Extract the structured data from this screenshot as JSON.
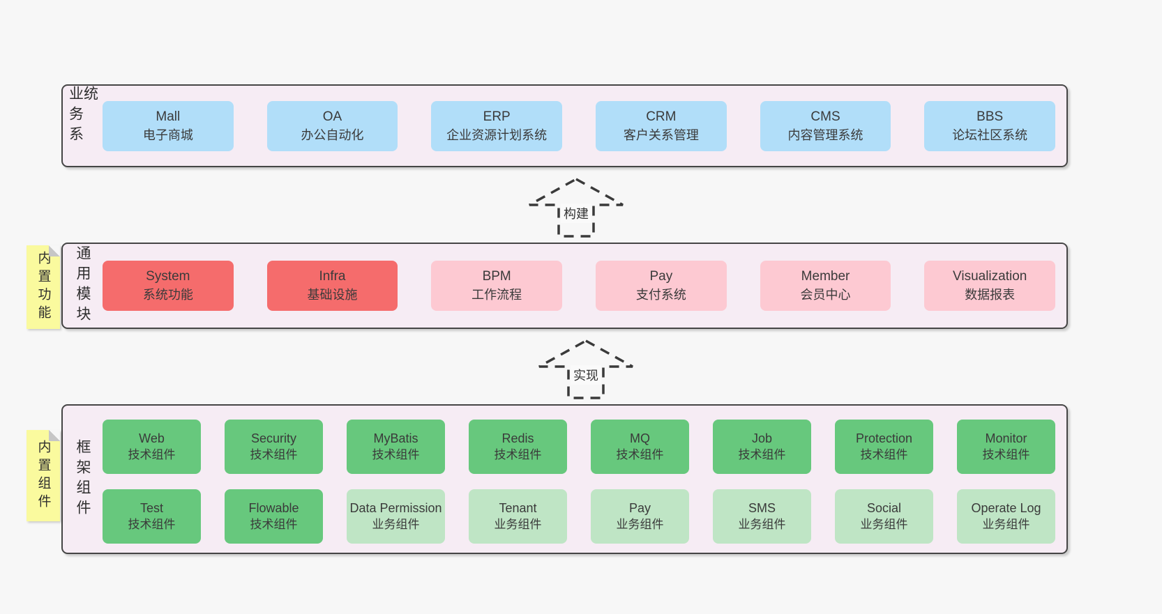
{
  "colors": {
    "page_bg": "#f7f7f7",
    "panel_bg": "#f6ecf4",
    "panel_border": "#454545",
    "box_blue": "#b1def9",
    "box_red": "#f56c6c",
    "box_pink": "#fdc9d2",
    "box_green": "#67c87d",
    "box_light_green": "#bfe5c5",
    "note_yellow": "#fafa9e"
  },
  "arrows": [
    {
      "label": "构建",
      "direction": "up"
    },
    {
      "label": "实现",
      "direction": "up"
    }
  ],
  "sections": [
    {
      "id": "business-systems",
      "label": "业务系统",
      "boxes": [
        {
          "name": "Mall",
          "subtitle": "电子商城",
          "type": "blue"
        },
        {
          "name": "OA",
          "subtitle": "办公自动化",
          "type": "blue"
        },
        {
          "name": "ERP",
          "subtitle": "企业资源计划系统",
          "type": "blue"
        },
        {
          "name": "CRM",
          "subtitle": "客户关系管理",
          "type": "blue"
        },
        {
          "name": "CMS",
          "subtitle": "内容管理系统",
          "type": "blue"
        },
        {
          "name": "BBS",
          "subtitle": "论坛社区系统",
          "type": "blue"
        }
      ]
    },
    {
      "id": "common-modules",
      "label": "通用模块",
      "note": "内置功能",
      "boxes": [
        {
          "name": "System",
          "subtitle": "系统功能",
          "type": "red"
        },
        {
          "name": "Infra",
          "subtitle": "基础设施",
          "type": "red"
        },
        {
          "name": "BPM",
          "subtitle": "工作流程",
          "type": "pink"
        },
        {
          "name": "Pay",
          "subtitle": "支付系统",
          "type": "pink"
        },
        {
          "name": "Member",
          "subtitle": "会员中心",
          "type": "pink"
        },
        {
          "name": "Visualization",
          "subtitle": "数据报表",
          "type": "pink"
        }
      ]
    },
    {
      "id": "framework-components",
      "label": "框架组件",
      "note": "内置组件",
      "rows": [
        [
          {
            "name": "Web",
            "subtitle": "技术组件",
            "type": "green"
          },
          {
            "name": "Security",
            "subtitle": "技术组件",
            "type": "green"
          },
          {
            "name": "MyBatis",
            "subtitle": "技术组件",
            "type": "green"
          },
          {
            "name": "Redis",
            "subtitle": "技术组件",
            "type": "green"
          },
          {
            "name": "MQ",
            "subtitle": "技术组件",
            "type": "green"
          },
          {
            "name": "Job",
            "subtitle": "技术组件",
            "type": "green"
          },
          {
            "name": "Protection",
            "subtitle": "技术组件",
            "type": "green"
          },
          {
            "name": "Monitor",
            "subtitle": "技术组件",
            "type": "green"
          }
        ],
        [
          {
            "name": "Test",
            "subtitle": "技术组件",
            "type": "green"
          },
          {
            "name": "Flowable",
            "subtitle": "技术组件",
            "type": "green"
          },
          {
            "name": "Data Permission",
            "subtitle": "业务组件",
            "type": "lightgreen"
          },
          {
            "name": "Tenant",
            "subtitle": "业务组件",
            "type": "lightgreen"
          },
          {
            "name": "Pay",
            "subtitle": "业务组件",
            "type": "lightgreen"
          },
          {
            "name": "SMS",
            "subtitle": "业务组件",
            "type": "lightgreen"
          },
          {
            "name": "Social",
            "subtitle": "业务组件",
            "type": "lightgreen"
          },
          {
            "name": "Operate Log",
            "subtitle": "业务组件",
            "type": "lightgreen"
          }
        ]
      ]
    }
  ]
}
